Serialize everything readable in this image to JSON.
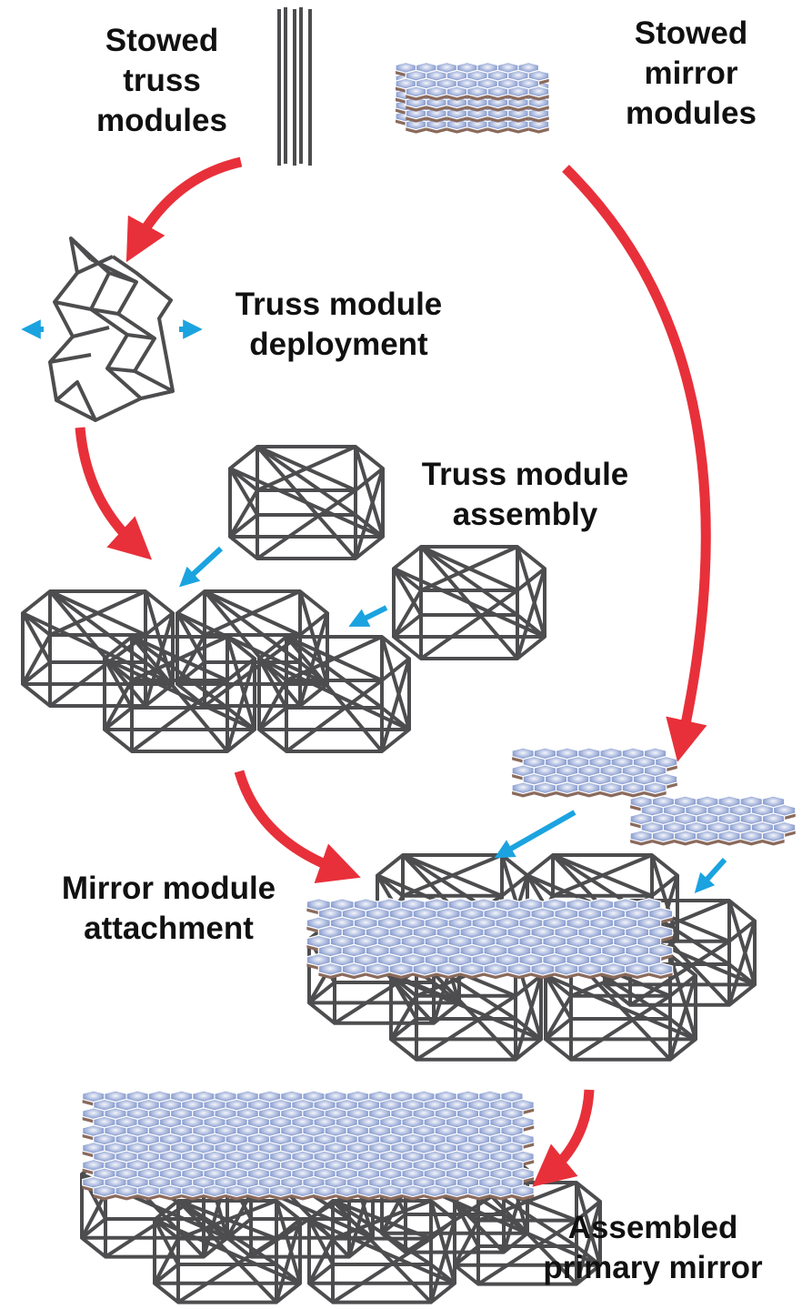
{
  "labels": {
    "stowed_truss": [
      "Stowed",
      "truss",
      "modules"
    ],
    "stowed_mirror": [
      "Stowed",
      "mirror",
      "modules"
    ],
    "truss_deploy": [
      "Truss module",
      "deployment"
    ],
    "truss_assembly": [
      "Truss module",
      "assembly"
    ],
    "mirror_attach": [
      "Mirror module",
      "attachment"
    ],
    "assembled": [
      "Assembled",
      "primary mirror"
    ]
  },
  "colors": {
    "flow_arrow": "#e8303a",
    "motion_arrow": "#1ba3e0",
    "truss": "#4d4d4f",
    "mirror_light": "#f2f5fb",
    "mirror_dark": "#6f87c6",
    "mirror_edge": "#8a6a5c",
    "text": "#111111"
  },
  "icons": {
    "flow": "red-curved-arrow-icon",
    "motion": "blue-small-arrow-icon"
  }
}
